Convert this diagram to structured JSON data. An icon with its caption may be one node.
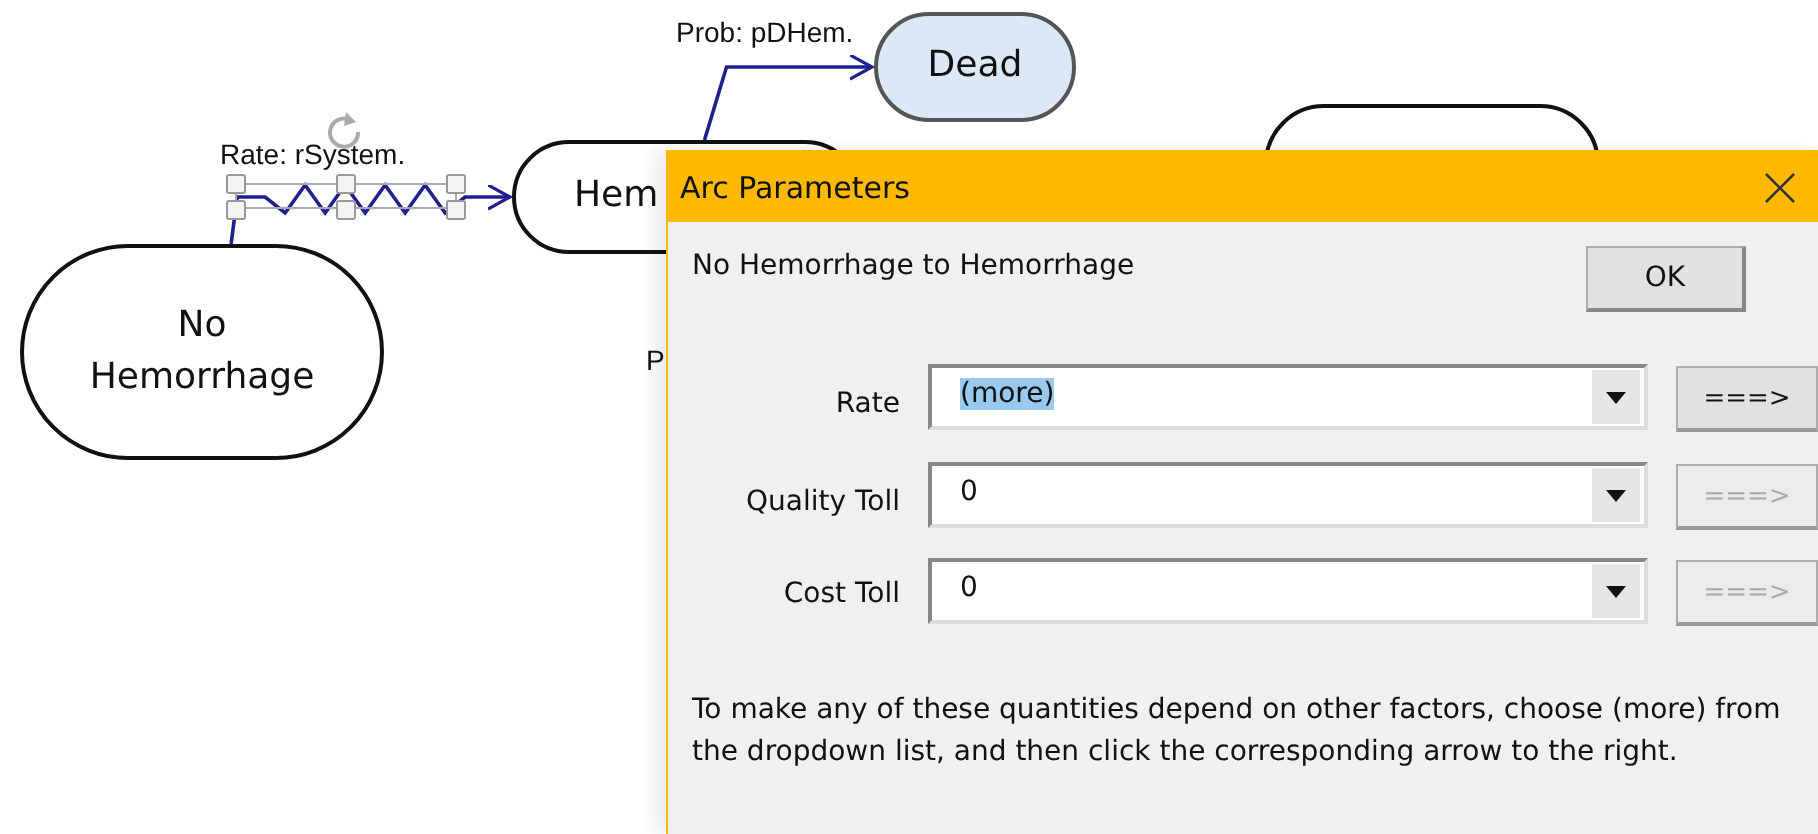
{
  "diagram": {
    "nodes": [
      {
        "text": [
          "No Hemorrhage"
        ]
      },
      {
        "text": [
          "Hem"
        ]
      },
      {
        "text": [
          "Dead"
        ]
      },
      {
        "text": [],
        "shape": "box"
      }
    ],
    "edges": [
      {
        "from": 0,
        "to": 1,
        "arrow": "to",
        "label": "Rate: rSystem."
      },
      {
        "from": 1,
        "to": 2,
        "arrow": "to",
        "label": "Prob: pDHem."
      }
    ],
    "labels": [
      "P",
      "Arc Parameters",
      "No Hemorrhage to Hemorrhage",
      "OK",
      "Rate",
      "(more)",
      "===>",
      "Quality Toll",
      "0",
      "===>",
      "Cost Toll",
      "0",
      "===>",
      "To make any of these quantities depend on other factors, choose (more) from the dropdown list, and then click the corresponding arrow to the right."
    ]
  }
}
